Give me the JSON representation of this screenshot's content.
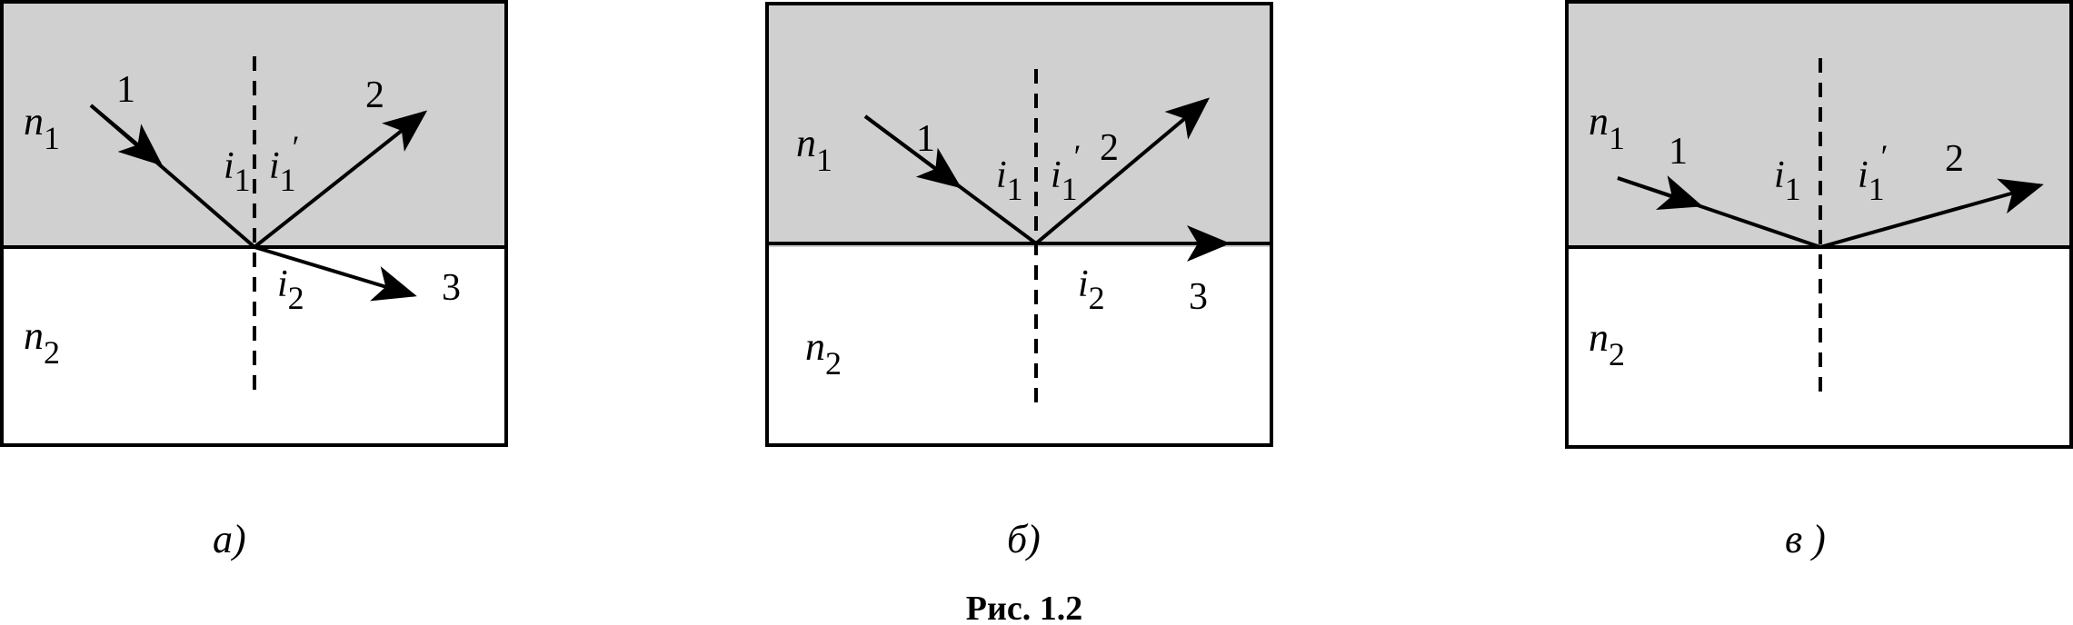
{
  "panels": [
    {
      "caption": "а)",
      "n1": "n",
      "n1_sub": "1",
      "n2": "n",
      "n2_sub": "2",
      "i1": "i",
      "i1_sub": "1",
      "i1p": "i",
      "i1p_sub": "1",
      "i1p_prime": "′",
      "i2": "i",
      "i2_sub": "2",
      "ray1": "1",
      "ray2": "2",
      "ray3": "3"
    },
    {
      "caption": "б)",
      "n1": "n",
      "n1_sub": "1",
      "n2": "n",
      "n2_sub": "2",
      "i1": "i",
      "i1_sub": "1",
      "i1p": "i",
      "i1p_sub": "1",
      "i1p_prime": "′",
      "i2": "i",
      "i2_sub": "2",
      "ray1": "1",
      "ray2": "2",
      "ray3": "3"
    },
    {
      "caption": "в )",
      "n1": "n",
      "n1_sub": "1",
      "n2": "n",
      "n2_sub": "2",
      "i1": "i",
      "i1_sub": "1",
      "i1p": "i",
      "i1p_sub": "1",
      "i1p_prime": "′",
      "ray1": "1",
      "ray2": "2"
    }
  ],
  "figure_caption": "Рис. 1.2",
  "colors": {
    "upper_medium": "#d0d0d0",
    "lower_medium": "#ffffff",
    "lines": "#000000"
  }
}
